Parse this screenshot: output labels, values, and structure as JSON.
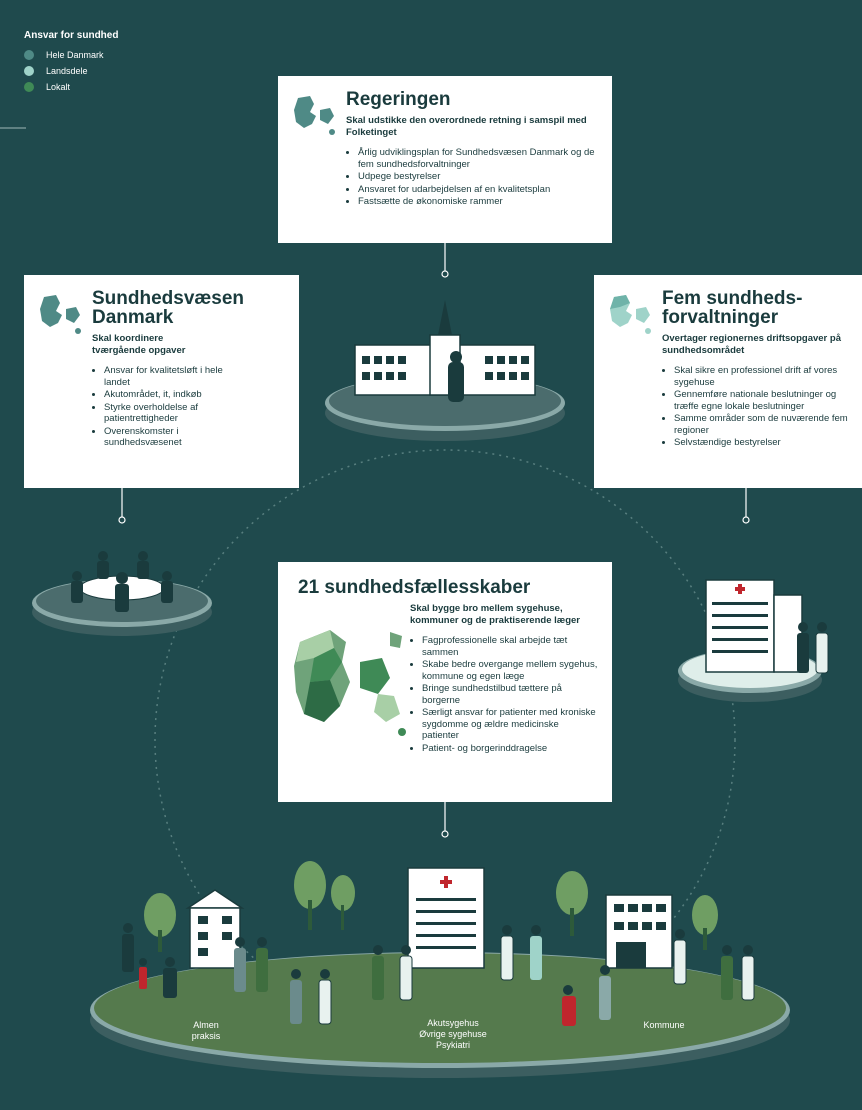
{
  "legend": {
    "title": "Ansvar for sundhed",
    "items": [
      {
        "label": "Hele Danmark",
        "color": "#4f8a86"
      },
      {
        "label": "Landsdele",
        "color": "#9fd3c9"
      },
      {
        "label": "Lokalt",
        "color": "#3f8a56"
      }
    ]
  },
  "cards": {
    "regeringen": {
      "title": "Regeringen",
      "subtitle": "Skal udstikke den overordnede retning i samspil med Folketinget",
      "bullets": [
        "Årlig udviklingsplan for Sundhedsvæsen Danmark og de fem sundhedsforvaltninger",
        "Udpege bestyrelser",
        "Ansvaret for udarbejdelsen af en kvalitetsplan",
        "Fastsætte de økonomiske rammer"
      ]
    },
    "sundhedsvaesen": {
      "title": "Sundhedsvæsen Danmark",
      "subtitle": "Skal koordinere tværgående opgaver",
      "bullets": [
        "Ansvar for kvalitetsløft i hele landet",
        "Akutområdet, it, indkøb",
        "Styrke overholdelse af patientrettigheder",
        "Overenskomster i sundhedsvæsenet"
      ]
    },
    "forvaltninger": {
      "title": "Fem sundheds-forvaltninger",
      "subtitle": "Overtager regionernes driftsopgaver på sundhedsområdet",
      "bullets": [
        "Skal sikre en professionel drift af vores sygehuse",
        "Gennemføre nationale beslutninger og træffe egne lokale beslutninger",
        "Samme områder som de nuværende fem regioner",
        "Selvstændige bestyrelser"
      ]
    },
    "faellesskaber": {
      "title": "21 sundhedsfællesskaber",
      "subtitle": "Skal bygge bro mellem sygehuse, kommuner og de praktiserende læger",
      "bullets": [
        "Fagprofessionelle skal arbejde tæt sammen",
        "Skabe bedre overgange mellem sygehus, kommune og egen læge",
        "Bringe sundhedstilbud tættere på borgerne",
        "Særligt ansvar for patienter med kroniske sygdomme og ældre medicinske patienter",
        "Patient- og borgerinddragelse"
      ]
    }
  },
  "labels": {
    "almen": "Almen praksis",
    "akut": "Akutsygehus Øvrige sygehuse Psykiatri",
    "kommune": "Kommune"
  }
}
